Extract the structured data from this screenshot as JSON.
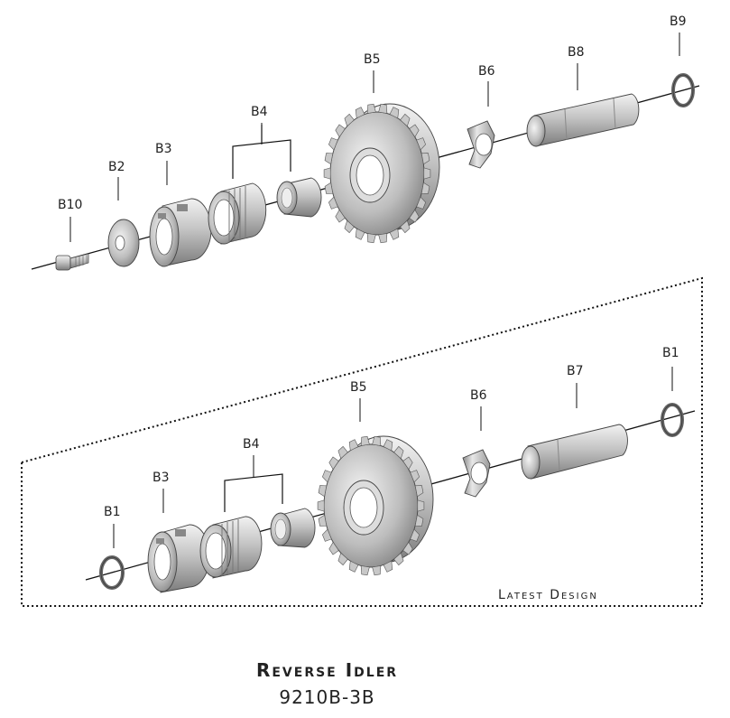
{
  "upper_assembly": {
    "labels": {
      "b10": "B10",
      "b2": "B2",
      "b3": "B3",
      "b4": "B4",
      "b5": "B5",
      "b6": "B6",
      "b8": "B8",
      "b9": "B9"
    }
  },
  "lower_assembly": {
    "labels": {
      "b1_left": "B1",
      "b3": "B3",
      "b4": "B4",
      "b5": "B5",
      "b6": "B6",
      "b7": "B7",
      "b1_right": "B1"
    },
    "caption": "Latest Design"
  },
  "title": {
    "name": "Reverse Idler",
    "part_number": "9210B-3B"
  },
  "colors": {
    "metal_light": "#eeeeee",
    "metal_mid": "#b8b8b8",
    "metal_dark": "#7a7a7a",
    "ink": "#111111"
  }
}
